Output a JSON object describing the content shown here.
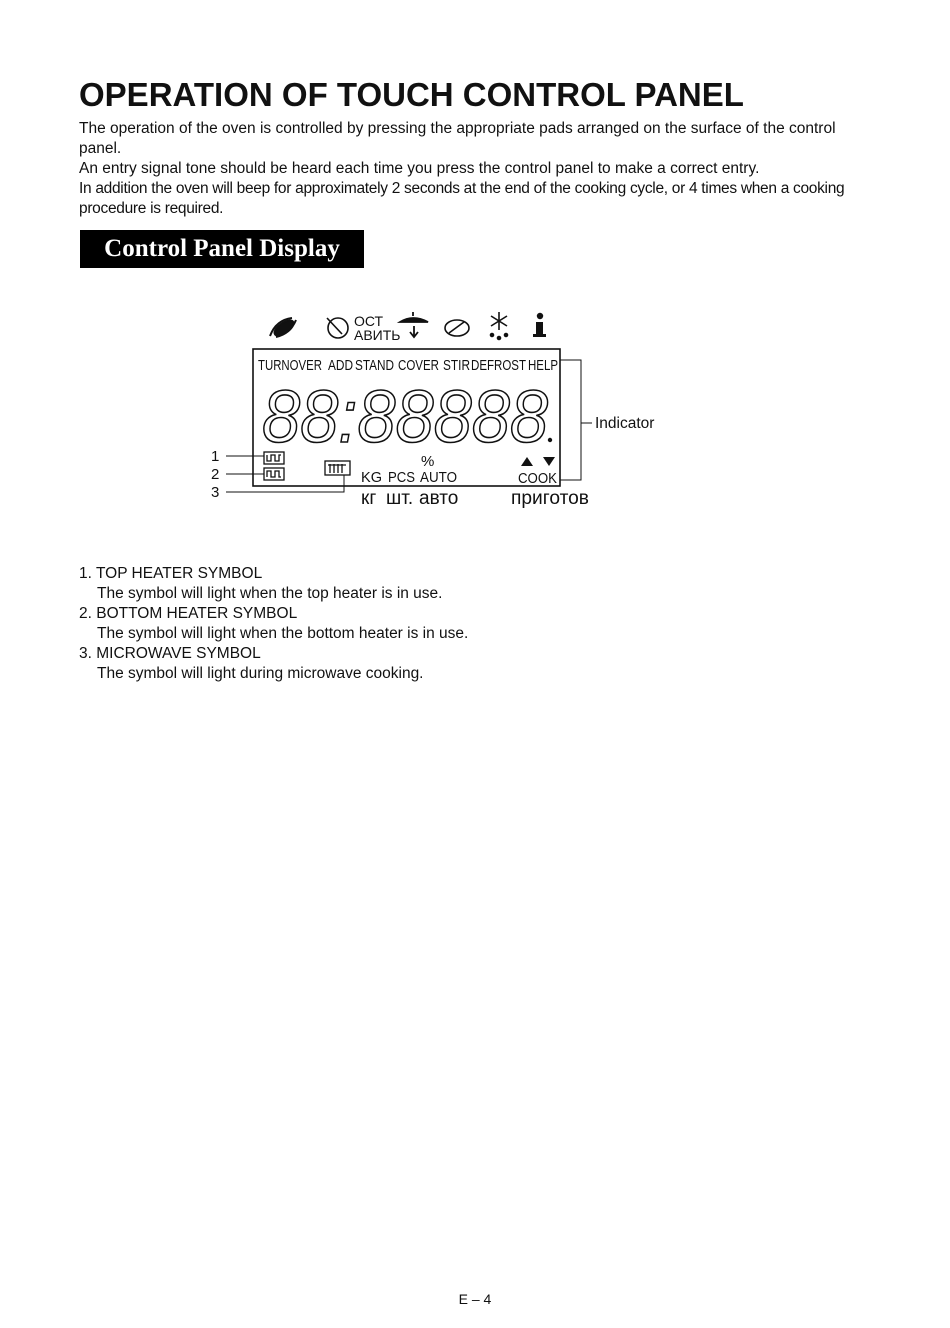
{
  "page": {
    "title": "OPERATION  OF TOUCH CONTROL PANEL",
    "intro": [
      "The operation of the oven is controlled by pressing the appropriate pads arranged on the surface of the control panel.",
      "An entry signal tone should be heard each time you press the control panel to make a correct entry.",
      "In addition the oven will beep for approximately 2 seconds at the end of the cooking cycle, or 4 times when a cooking procedure is required."
    ],
    "section_heading": "Control Panel Display",
    "footer": "E – 4"
  },
  "display": {
    "top_labels": {
      "stand_ru_1": "ОСТ",
      "stand_ru_2": "АВИТЬ"
    },
    "function_labels": {
      "turnover": "TURNOVER",
      "add": "ADD",
      "stand": "STAND",
      "cover": "COVER",
      "stir": "STIR",
      "defrost": "DEFROST",
      "help": "HELP"
    },
    "digits": "88:88888",
    "bottom_labels": {
      "percent": "%",
      "kg": "KG",
      "pcs": "PCS",
      "auto": "AUTO",
      "cook": "COOK",
      "kg_ru": "кг",
      "pcs_ru": "шт.",
      "auto_ru": "авто",
      "cook_ru": "приготов"
    },
    "callouts": {
      "one": "1",
      "two": "2",
      "three": "3",
      "indicator": "Indicator"
    },
    "icons": [
      "turnover-icon",
      "stand-timer-icon",
      "cover-icon",
      "stir-icon",
      "defrost-icon",
      "help-info-icon",
      "top-heater-icon",
      "bottom-heater-icon",
      "microwave-icon",
      "up-arrow-icon",
      "down-arrow-icon"
    ]
  },
  "symbols": [
    {
      "head": "1. TOP HEATER SYMBOL",
      "desc": "The symbol will light when the top heater is in use."
    },
    {
      "head": "2. BOTTOM  HEATER SYMBOL",
      "desc": "The symbol will light when the bottom heater is in use."
    },
    {
      "head": "3. MICROWAVE SYMBOL",
      "desc": "The symbol will light during microwave cooking."
    }
  ]
}
